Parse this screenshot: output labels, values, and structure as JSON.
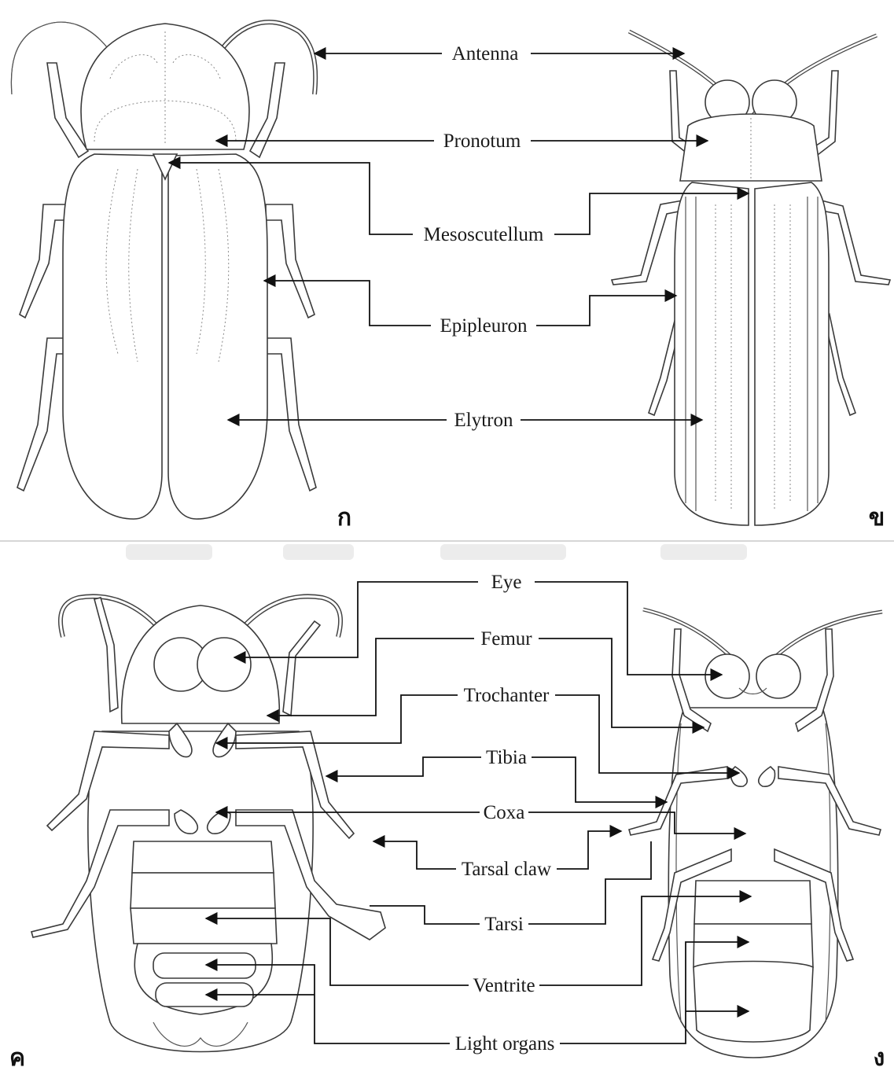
{
  "panels": {
    "a": "ก",
    "b": "ข",
    "c": "ค",
    "d": "ง"
  },
  "top_labels": {
    "antenna": "Antenna",
    "pronotum": "Pronotum",
    "mesoscutellum": "Mesoscutellum",
    "epipleuron": "Epipleuron",
    "elytron": "Elytron"
  },
  "bottom_labels": {
    "eye": "Eye",
    "femur": "Femur",
    "trochanter": "Trochanter",
    "tibia": "Tibia",
    "coxa": "Coxa",
    "tarsal_claw": "Tarsal claw",
    "tarsi": "Tarsi",
    "ventrite": "Ventrite",
    "light_organs": "Light organs"
  },
  "colors": {
    "outline": "#3a3a3a",
    "leader": "#111111",
    "background": "#ffffff"
  }
}
